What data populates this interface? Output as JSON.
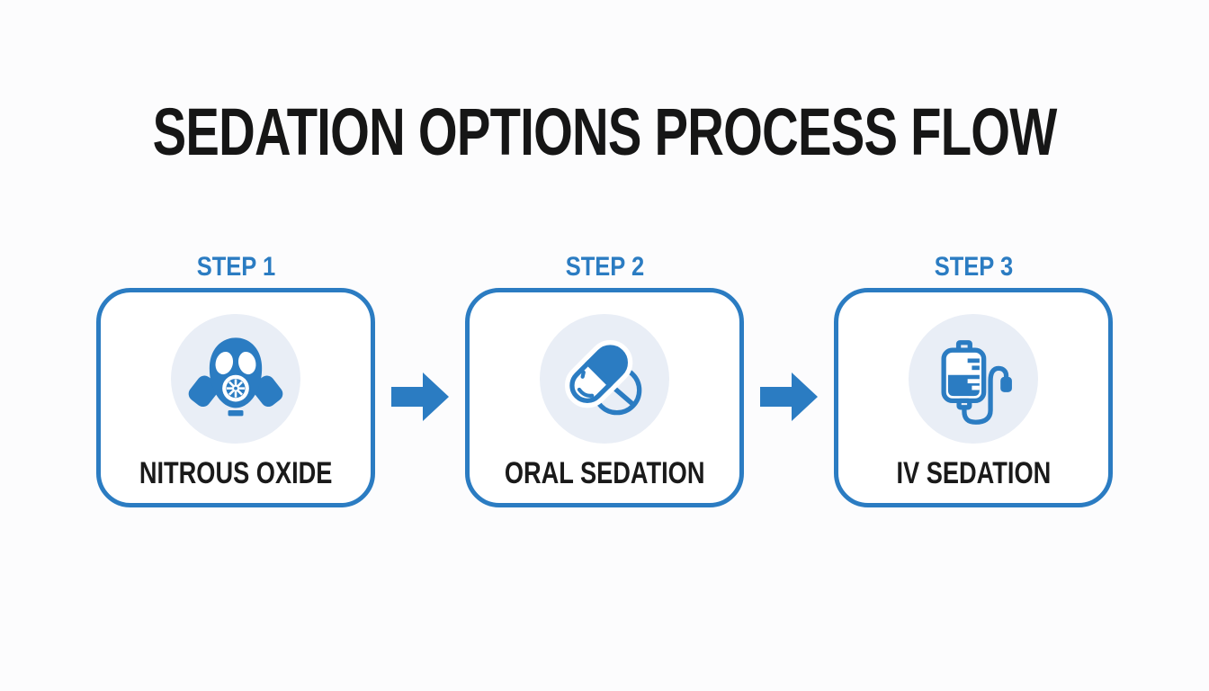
{
  "title": "SEDATION OPTIONS PROCESS FLOW",
  "colors": {
    "accent_blue": "#2B7CC2",
    "icon_circle_bg": "#E9EEF6",
    "title_text": "#161616",
    "box_title_text": "#1A1A1A",
    "box_background": "#FFFFFF",
    "page_background": "#FCFCFD"
  },
  "steps": [
    {
      "step_label": "STEP 1",
      "title": "NITROUS OXIDE",
      "icon": "gas-mask-icon"
    },
    {
      "step_label": "STEP 2",
      "title": "ORAL SEDATION",
      "icon": "pill-capsule-icon"
    },
    {
      "step_label": "STEP 3",
      "title": "IV SEDATION",
      "icon": "iv-drip-bag-icon"
    }
  ],
  "connectors": [
    {
      "icon": "arrow-right-icon"
    },
    {
      "icon": "arrow-right-icon"
    }
  ]
}
